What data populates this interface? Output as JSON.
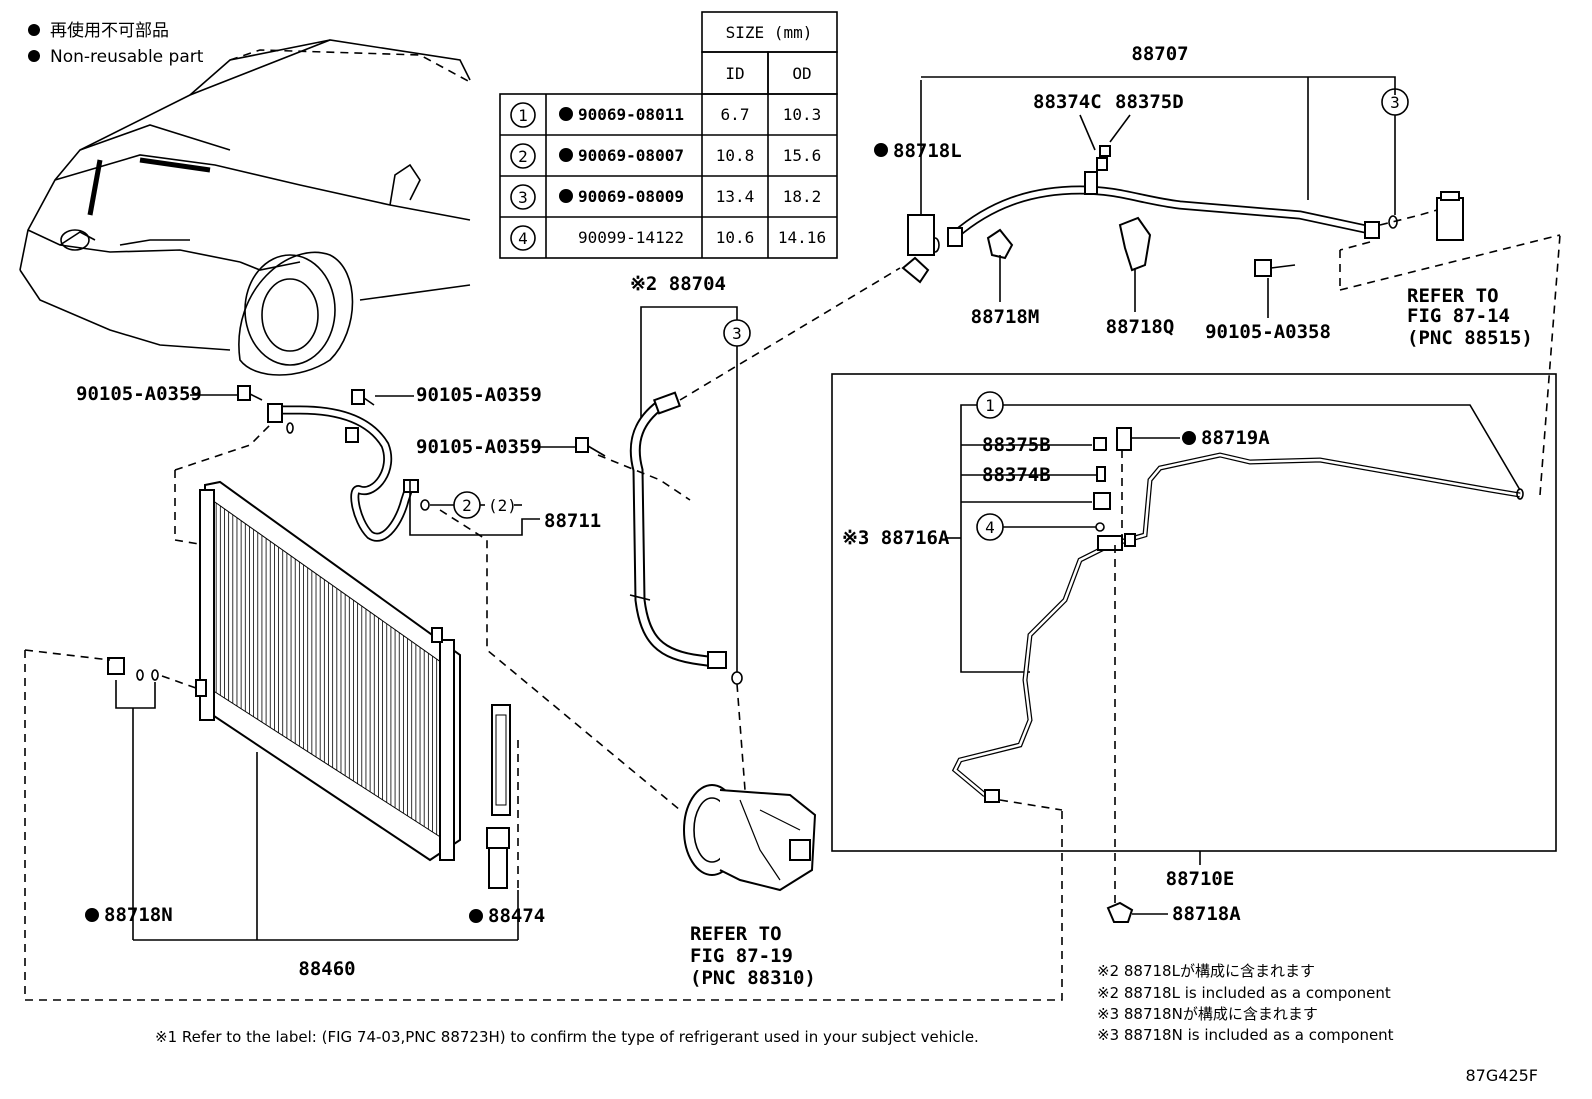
{
  "legend": {
    "jp": "再使用不可部品",
    "en": "Non-reusable part"
  },
  "size_table": {
    "header": "SIZE (mm)",
    "col_id": "ID",
    "col_od": "OD",
    "rows": [
      {
        "num": "1",
        "part": "90069-08011",
        "id": "6.7",
        "od": "10.3",
        "non_reusable": true
      },
      {
        "num": "2",
        "part": "90069-08007",
        "id": "10.8",
        "od": "15.6",
        "non_reusable": true
      },
      {
        "num": "3",
        "part": "90069-08009",
        "id": "13.4",
        "od": "18.2",
        "non_reusable": true
      },
      {
        "num": "4",
        "part": "90099-14122",
        "id": "10.6",
        "od": "14.16",
        "non_reusable": false
      }
    ]
  },
  "labels": {
    "p88707": "88707",
    "p88374C": "88374C",
    "p88375D": "88375D",
    "p88718L": "88718L",
    "p88718M": "88718M",
    "p88718Q": "88718Q",
    "p90105_A0358": "90105-A0358",
    "refer_8714_1": "REFER TO",
    "refer_8714_2": "FIG 87-14",
    "refer_8714_3": "(PNC 88515)",
    "p88704": "※2 88704",
    "p90105_A0359_a": "90105-A0359",
    "p90105_A0359_b": "90105-A0359",
    "p90105_A0359_c": "90105-A0359",
    "p88711": "88711",
    "qty2": "(2)",
    "p88375B": "88375B",
    "p88374B": "88374B",
    "p88719A": "88719A",
    "p88716A": "※3 88716A",
    "p88710E": "88710E",
    "p88718A": "88718A",
    "p88718N": "88718N",
    "p88474": "88474",
    "p88460": "88460",
    "refer_8719_1": "REFER TO",
    "refer_8719_2": "FIG 87-19",
    "refer_8719_3": "(PNC 88310)"
  },
  "callouts": {
    "c3_top": "3",
    "c3_hose": "3",
    "c2": "2",
    "c1": "1",
    "c4": "4"
  },
  "notes": {
    "n1": "※2 88718Lが構成に含まれます",
    "n2": "※2 88718L is included as a component",
    "n3": "※3 88718Nが構成に含まれます",
    "n4": "※3 88718N is included as a component",
    "footer": "※1 Refer to the label: (FIG 74-03,PNC 88723H) to confirm the type of refrigerant used in your subject vehicle.",
    "fig_code": "87G425F"
  }
}
